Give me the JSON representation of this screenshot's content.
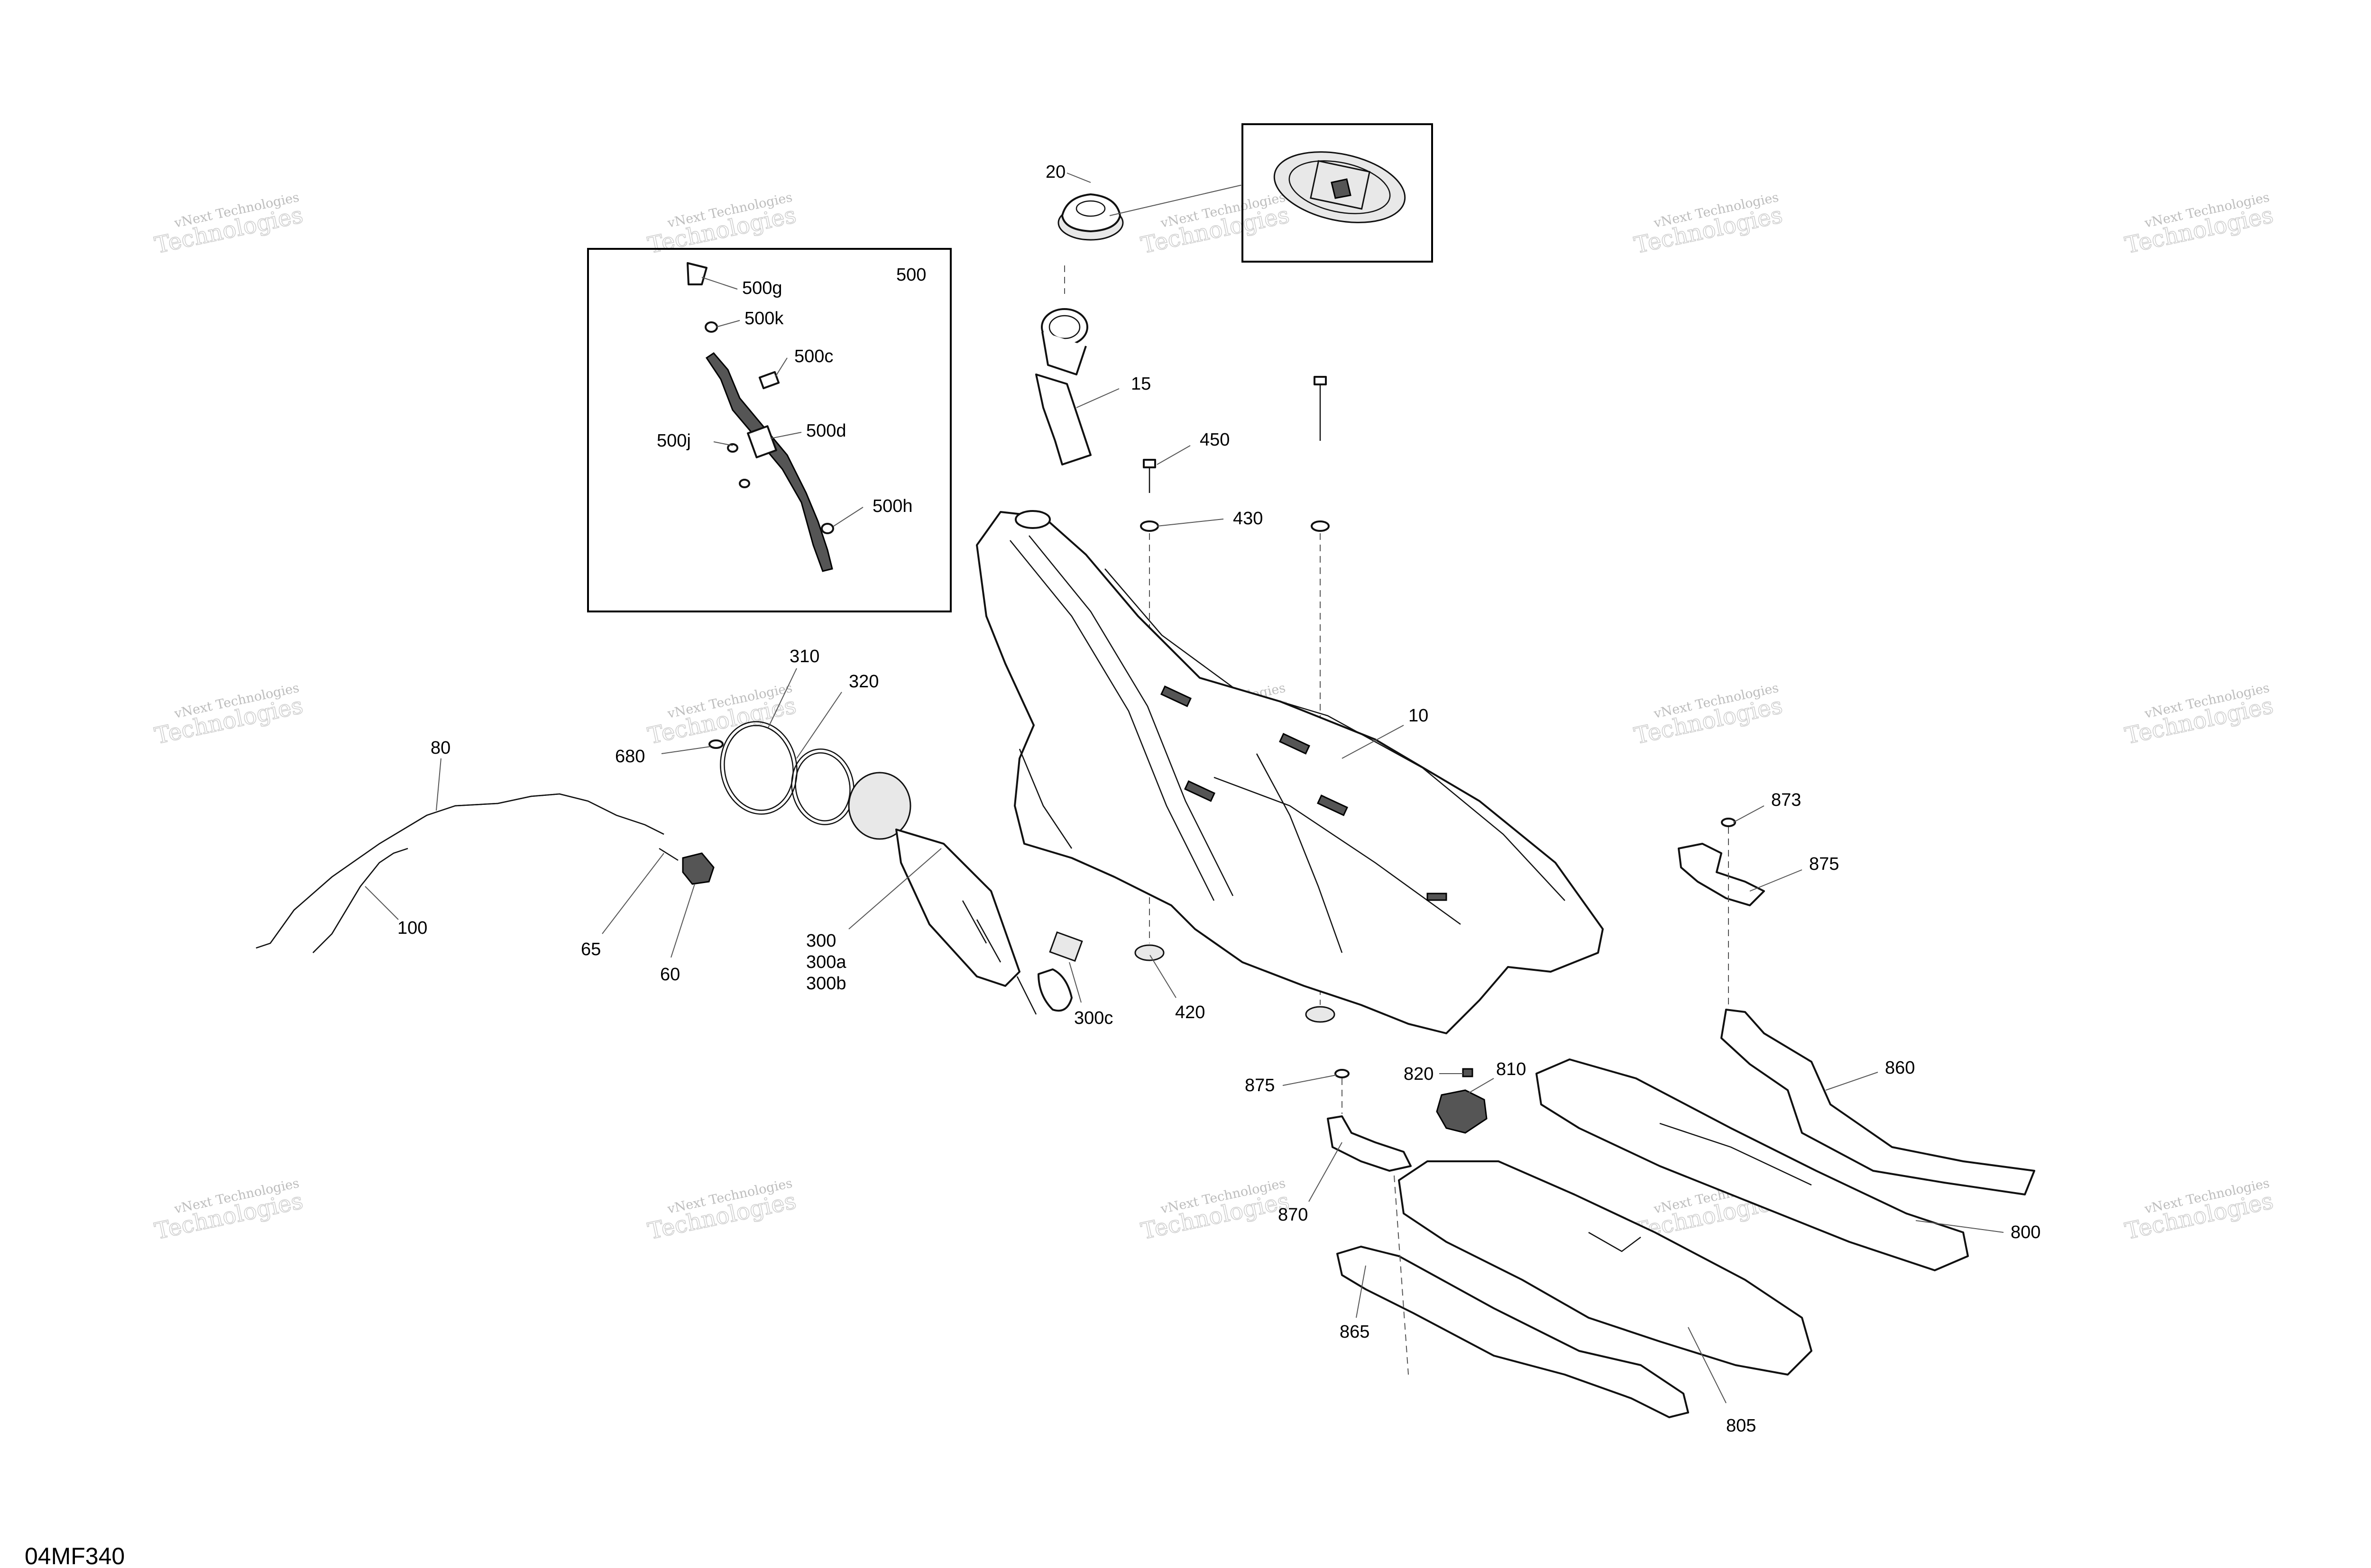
{
  "diagram_code": "04MF340",
  "watermark": {
    "line1": "vNext Technologies",
    "line2": "Technologies"
  },
  "callouts": [
    {
      "id": "c20",
      "text": "20"
    },
    {
      "id": "c15",
      "text": "15"
    },
    {
      "id": "c450",
      "text": "450"
    },
    {
      "id": "c430",
      "text": "430"
    },
    {
      "id": "c10",
      "text": "10"
    },
    {
      "id": "c420",
      "text": "420"
    },
    {
      "id": "c500",
      "text": "500"
    },
    {
      "id": "c500g",
      "text": "500g"
    },
    {
      "id": "c500k",
      "text": "500k"
    },
    {
      "id": "c500c",
      "text": "500c"
    },
    {
      "id": "c500d",
      "text": "500d"
    },
    {
      "id": "c500j",
      "text": "500j"
    },
    {
      "id": "c500h",
      "text": "500h"
    },
    {
      "id": "c310",
      "text": "310"
    },
    {
      "id": "c320",
      "text": "320"
    },
    {
      "id": "c680",
      "text": "680"
    },
    {
      "id": "c80",
      "text": "80"
    },
    {
      "id": "c100",
      "text": "100"
    },
    {
      "id": "c65",
      "text": "65"
    },
    {
      "id": "c60",
      "text": "60"
    },
    {
      "id": "c300",
      "text": "300"
    },
    {
      "id": "c300a",
      "text": "300a"
    },
    {
      "id": "c300b",
      "text": "300b"
    },
    {
      "id": "c300c",
      "text": "300c"
    },
    {
      "id": "c873",
      "text": "873"
    },
    {
      "id": "c875r",
      "text": "875"
    },
    {
      "id": "c860",
      "text": "860"
    },
    {
      "id": "c875l",
      "text": "875"
    },
    {
      "id": "c820",
      "text": "820"
    },
    {
      "id": "c810",
      "text": "810"
    },
    {
      "id": "c870",
      "text": "870"
    },
    {
      "id": "c800",
      "text": "800"
    },
    {
      "id": "c865",
      "text": "865"
    },
    {
      "id": "c805",
      "text": "805"
    }
  ]
}
